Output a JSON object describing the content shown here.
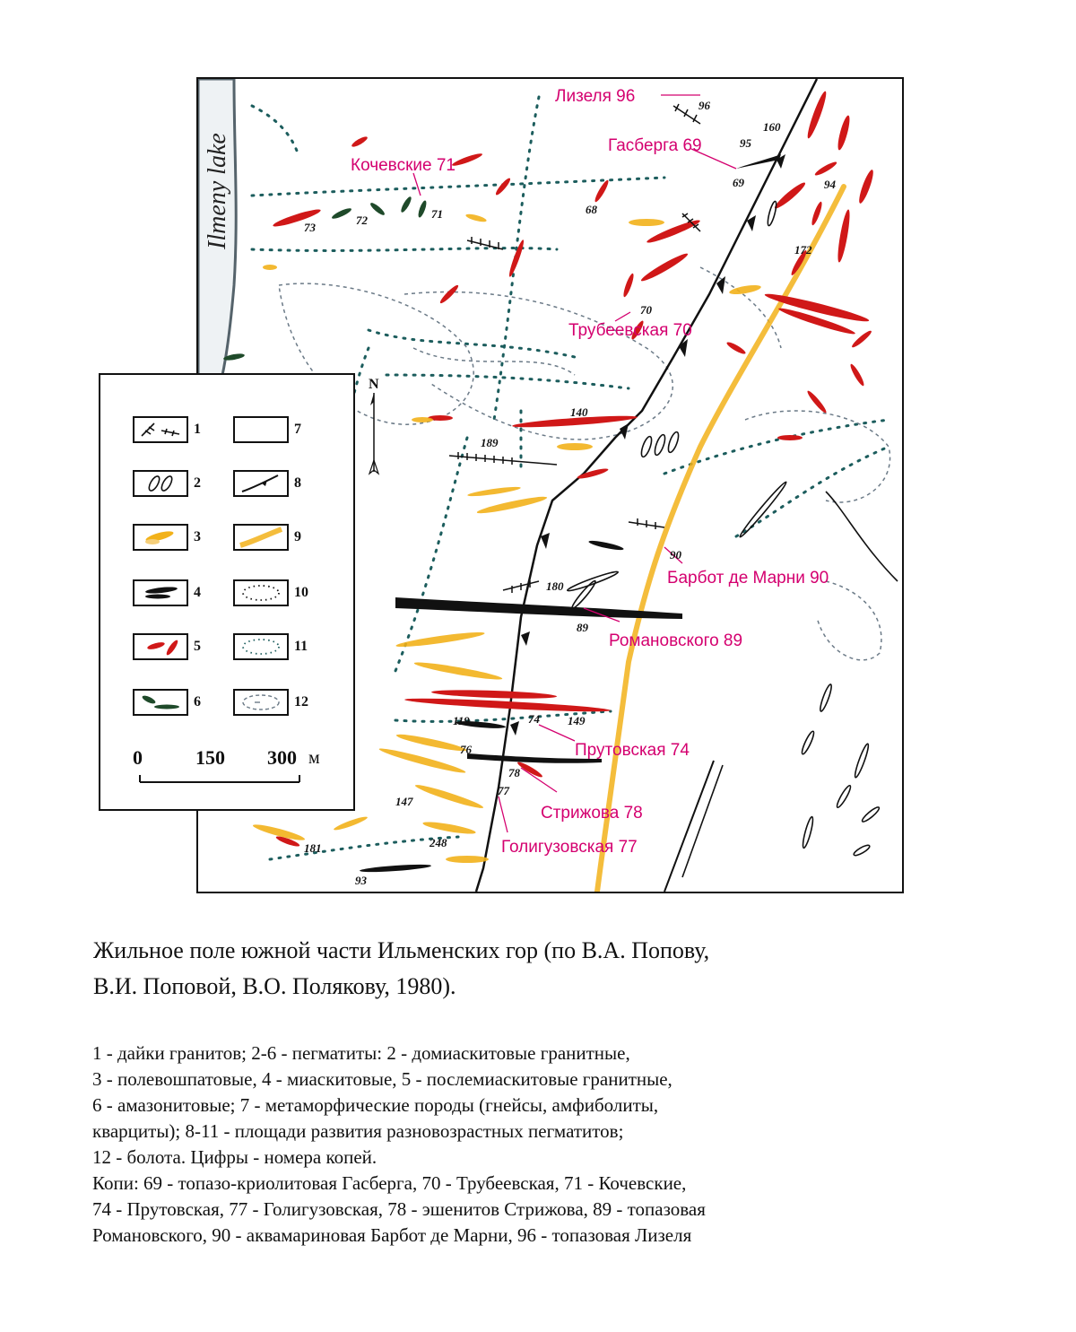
{
  "map": {
    "lake_label": "Ilmeny lake",
    "north_label": "N",
    "mine_labels": {
      "lizelya": "Лизеля 96",
      "gasberga": "Гасберга 69",
      "kochevskie": "Кочевские 71",
      "trubeevskaya": "Трубеевская 70",
      "barbot": "Барбот де Марни 90",
      "romanovskogo": "Романовского 89",
      "prutovskaya": "Прутовская 74",
      "strizhova": "Стрижова 78",
      "goliguzovskaya": "Голигузовская 77"
    },
    "numbers": {
      "n96": "96",
      "n160": "160",
      "n95": "95",
      "n69": "69",
      "n94": "94",
      "n73": "73",
      "n72": "72",
      "n71": "71",
      "n68": "68",
      "n172": "172",
      "n70": "70",
      "n140": "140",
      "n189": "189",
      "n90": "90",
      "n180": "180",
      "n89": "89",
      "n119": "119",
      "n74": "74",
      "n149": "149",
      "n76": "76",
      "n78": "78",
      "n147": "147",
      "n77": "77",
      "n248": "248",
      "n181": "181",
      "n93": "93"
    },
    "colors": {
      "red": "#d01818",
      "yellow": "#f2b21a",
      "green": "#1f4a2a",
      "black": "#111111",
      "label_magenta": "#d4006f",
      "water": "#7c8b93"
    }
  },
  "legend": {
    "items": [
      "1",
      "2",
      "3",
      "4",
      "5",
      "6",
      "7",
      "8",
      "9",
      "10",
      "11",
      "12"
    ],
    "scale": {
      "t0": "0",
      "t150": "150",
      "t300": "300",
      "unit": "м"
    }
  },
  "caption": {
    "title_lines": [
      "Жильное поле южной части Ильменских гор (по В.А. Попову,",
      "В.И. Поповой, В.О. Полякову, 1980)."
    ],
    "body_lines": [
      "1 - дайки гранитов; 2-6 - пегматиты: 2 - домиаскитовые гранитные,",
      "3 - полевошпатовые, 4 - миаскитовые, 5 - послемиаскитовые гранитные,",
      "6 - амазонитовые; 7 - метаморфические породы (гнейсы, амфиболиты,",
      "кварциты); 8-11 - площади развития разновозрастных пегматитов;",
      "12 - болота. Цифры - номера копей.",
      "Копи: 69 - топазо-криолитовая Гасберга, 70 - Трубеевская, 71 -  Кочевские,",
      "74 - Прутовская, 77 - Голигузовская, 78 - эшенитов Стрижова, 89 - топазовая",
      "Романовского, 90 - аквамариновая Барбот де Марни, 96 - топазовая Лизеля"
    ]
  }
}
